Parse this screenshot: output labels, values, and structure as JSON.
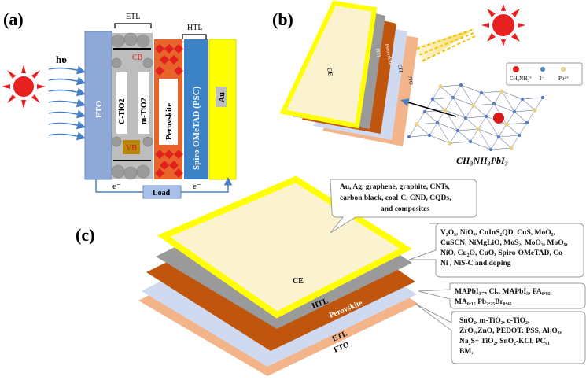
{
  "panel_a": {
    "label": "(a)",
    "hv": "hυ",
    "etl_label": "ETL",
    "htl_label": "HTL",
    "fto": "FTO",
    "cb": "CB",
    "vb": "VB",
    "c_tio2": "C-TiO2",
    "m_tio2": "m-TiO2",
    "perovskite": "Perovskite",
    "spiro": "Spiro-OMeTAD (PSC)",
    "au": "Au",
    "e_left": "e⁻",
    "e_right": "e⁻",
    "load": "Load"
  },
  "panel_b": {
    "label": "(b)",
    "ce": "CE",
    "htl": "HTL",
    "perovskite": "Perovskite",
    "etl": "ETL",
    "fto": "FTO",
    "legend": [
      "CH₃NH₃⁺",
      "I⁻",
      "Pb²⁺"
    ],
    "formula": "CH₃NH₃PbI₃"
  },
  "panel_c": {
    "label": "(c)",
    "ce": "CE",
    "htl": "HTL",
    "perovskite": "Perovskite",
    "etl": "ETL",
    "fto": "FTO",
    "callout_ce": [
      "Au, Ag, graphene, graphite, CNTs,",
      "carbon black, coal-C, CND, CQDs,",
      "and composites"
    ],
    "callout_htl": [
      "V₂O₅, NiOₓ, CuInS₂QD, CuS, MoO₂,",
      "CuSCN, NiMgLiO, MoS₂, MoO₃, MoOₓ,",
      "NiO, Cu₂O, CuOₓ Spiro-OMeTAD, Co-",
      "Ni , NiS-C and doping"
    ],
    "callout_pero": [
      "MAPbI₃₋ₓ Clₓ, MAPbI₃, FA₀.₈₅",
      "MA₀.₁₅ Pb₂.₂₅Br₀.₄₅"
    ],
    "callout_etl": [
      "SnO₂, m-TiO₂, c-TiO₂,",
      "ZrO₂,ZnO, PEDOT: PSS, Al₂O₃,",
      "Na₂S+ TiO₂, SnO₂-KCl, PC₆₁",
      "BM,"
    ]
  },
  "colors": {
    "sun": "#e82020",
    "fto_blue": "#8ea9d8",
    "perovskite_orange": "#e8642a",
    "perovskite_red": "#e0201c",
    "spiro_blue": "#3b83c6",
    "au_yellow": "#ffff00",
    "ce_face": "#fbf3d0",
    "layer_brown": "#c0560e",
    "layer_grey": "#9a9a9a",
    "layer_lightblue": "#cfdaf0",
    "layer_peach": "#f3b48a"
  }
}
